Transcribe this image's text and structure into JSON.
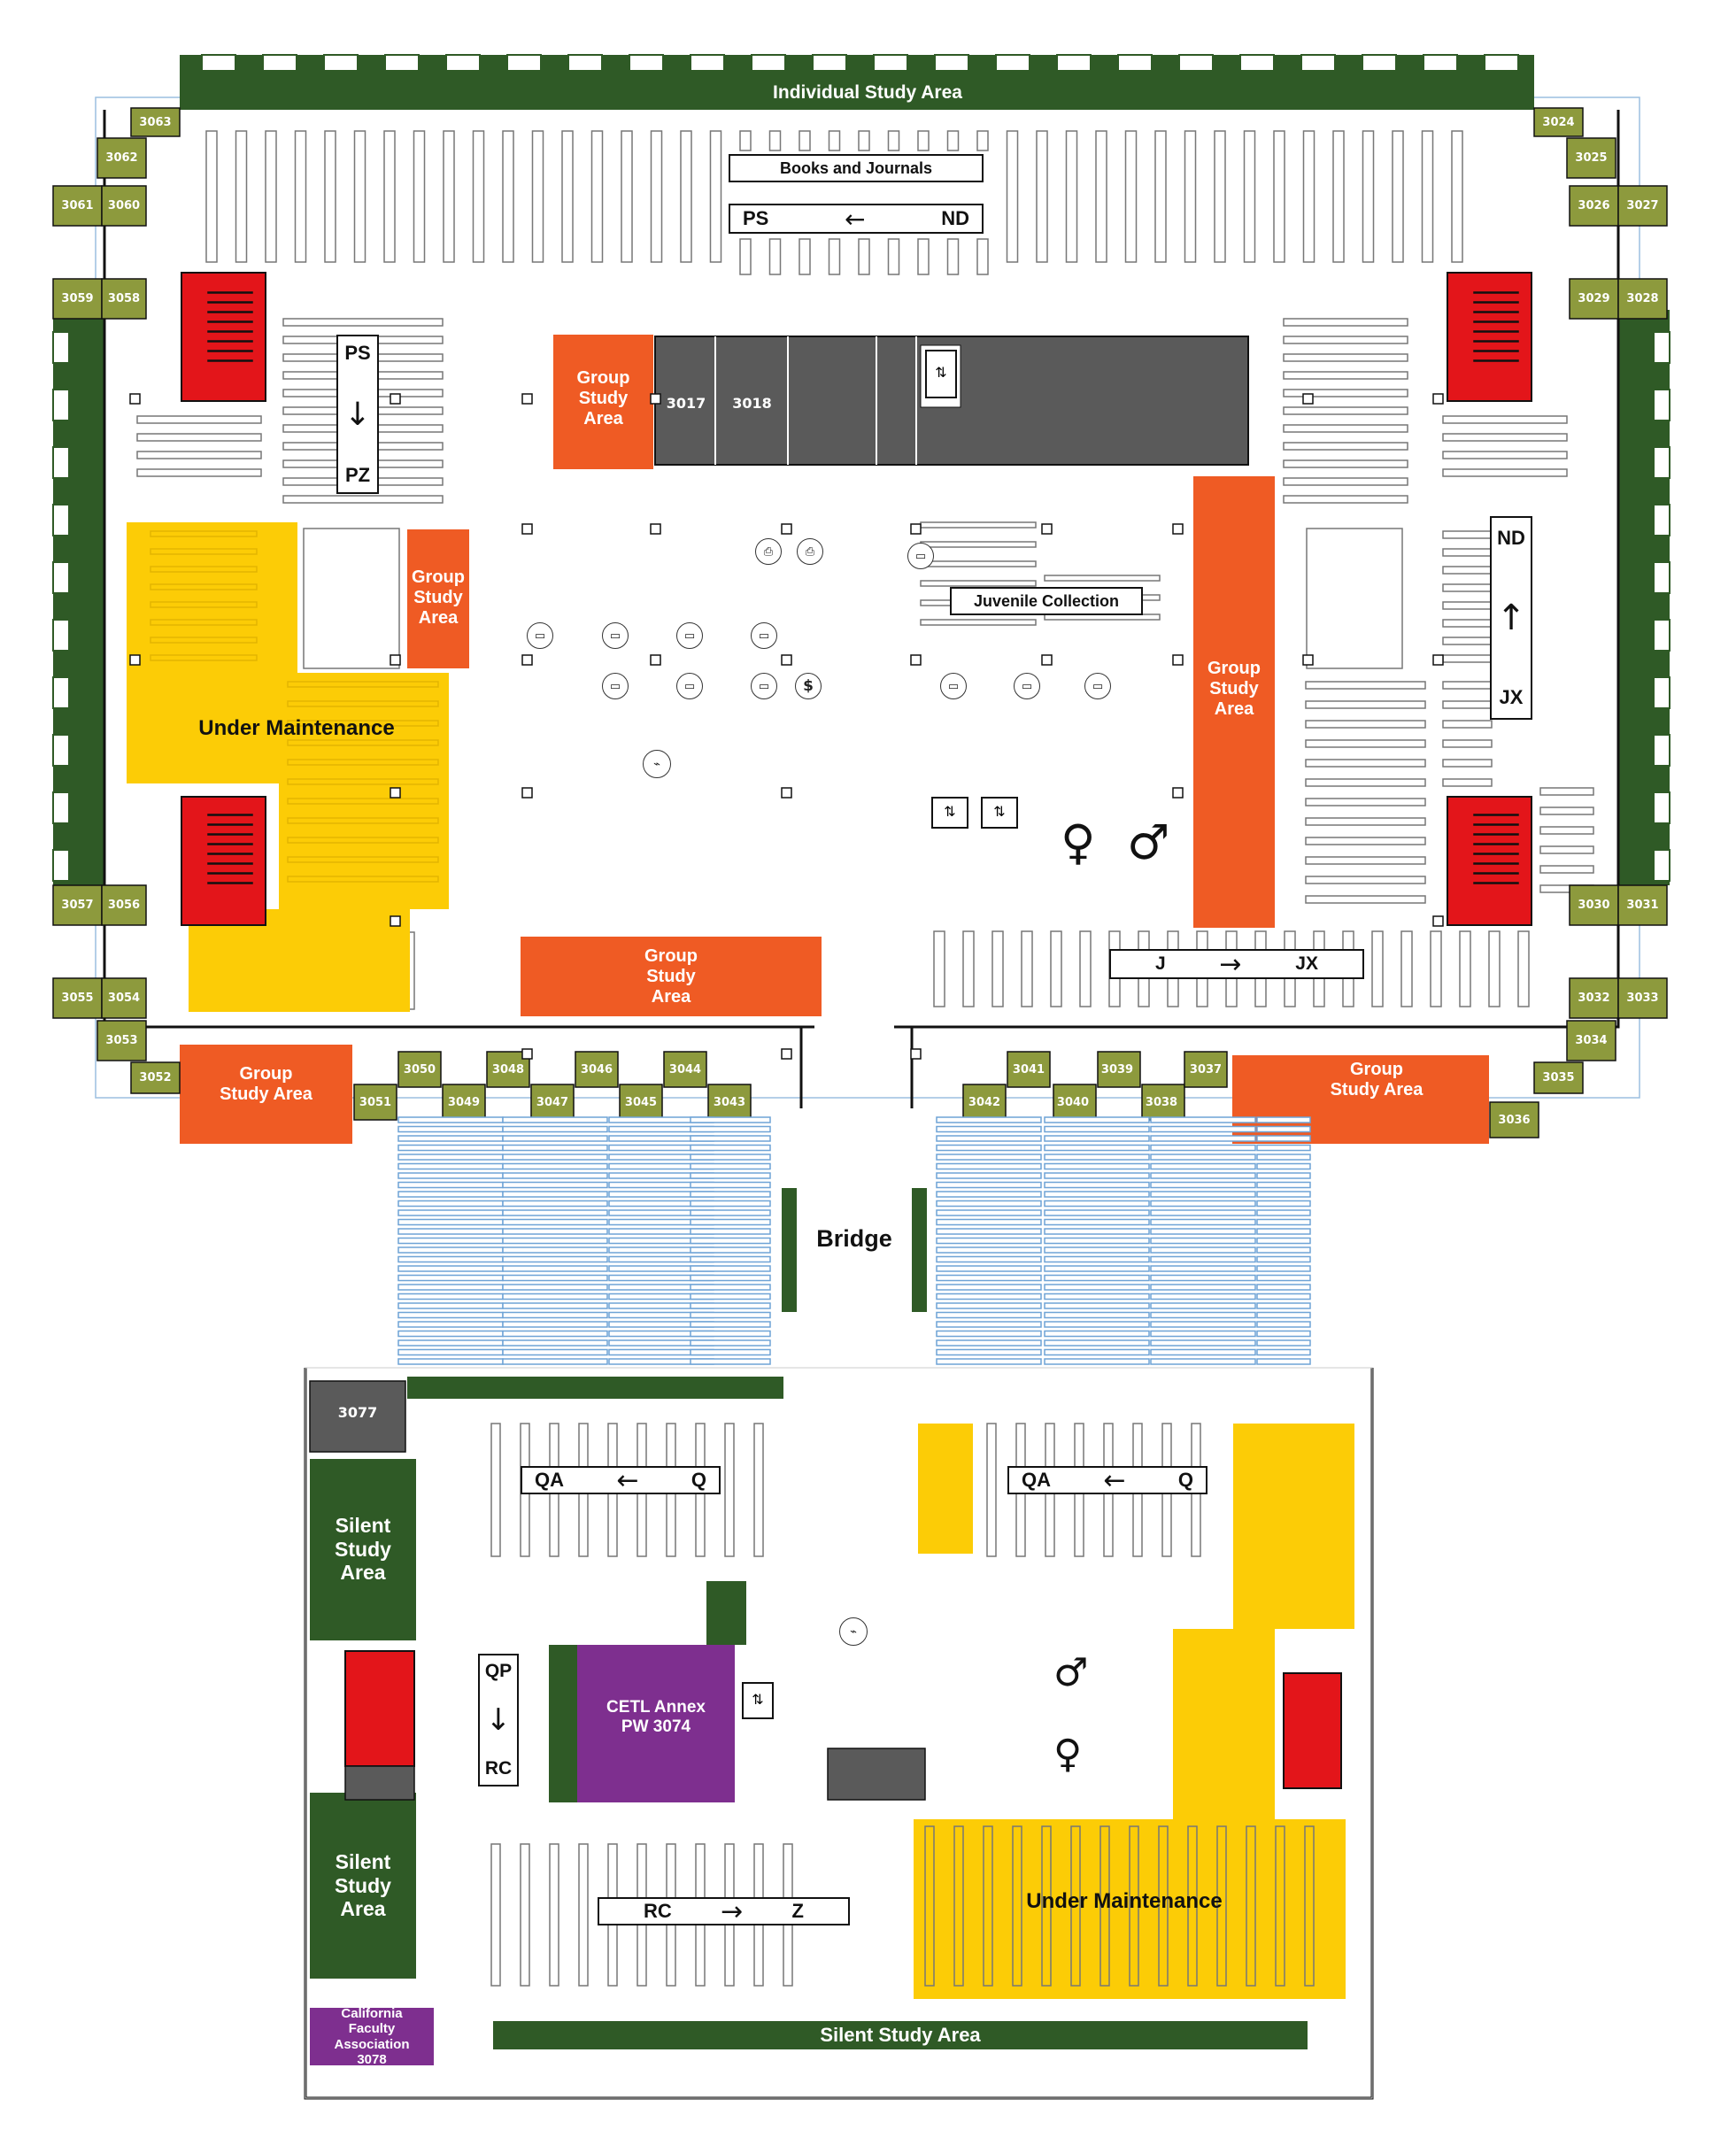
{
  "colors": {
    "dark_green": "#2f5a26",
    "olive": "#8d9a3d",
    "orange": "#ef5b24",
    "yellow": "#fccc06",
    "red": "#e3151a",
    "gray": "#5a5a5a",
    "purple": "#7e2f8f",
    "shelf_blue": "#6ea3d6"
  },
  "labels": {
    "individual_study_area": "Individual Study Area",
    "books_and_journals": "Books and Journals",
    "group_study_area_3line": "Group\nStudy\nArea",
    "group_study_area_2line": "Group\nStudy Area",
    "under_maintenance": "Under Maintenance",
    "juvenile_collection": "Juvenile Collection",
    "bridge": "Bridge",
    "silent_study_area_3line": "Silent\nStudy\nArea",
    "silent_study_area": "Silent Study Area",
    "cetl_annex": "CETL Annex\nPW 3074",
    "california_faculty_association": "California\nFaculty\nAssociation\n3078",
    "room_3017": "3017",
    "room_3018": "3018",
    "room_3077": "3077"
  },
  "call_number_signs": {
    "ps_nd": {
      "from": "PS",
      "to": "ND",
      "arrow": "←"
    },
    "ps_pz": {
      "from": "PS",
      "to": "PZ",
      "arrow": "↓"
    },
    "nd_jx": {
      "from": "ND",
      "to": "JX",
      "arrow": "↑"
    },
    "j_jx": {
      "from": "J",
      "to": "JX",
      "arrow": "→"
    },
    "qa_q_left": {
      "from": "QA",
      "to": "Q",
      "arrow": "←"
    },
    "qa_q_right": {
      "from": "QA",
      "to": "Q",
      "arrow": "←"
    },
    "qp_rc": {
      "from": "QP",
      "to": "RC",
      "arrow": "↓"
    },
    "rc_z": {
      "from": "RC",
      "to": "Z",
      "arrow": "→"
    }
  },
  "study_rooms_left": [
    "3063",
    "3062",
    "3061",
    "3060",
    "3059",
    "3058",
    "3057",
    "3056",
    "3055",
    "3054",
    "3053",
    "3052"
  ],
  "study_rooms_right": [
    "3024",
    "3025",
    "3026",
    "3027",
    "3029",
    "3028",
    "3030",
    "3031",
    "3032",
    "3033",
    "3034",
    "3035",
    "3036"
  ],
  "study_rooms_bottom_left": [
    "3051",
    "3050",
    "3049",
    "3048",
    "3047",
    "3046",
    "3045",
    "3044",
    "3043"
  ],
  "study_rooms_bottom_right": [
    "3042",
    "3041",
    "3040",
    "3039",
    "3038",
    "3037"
  ],
  "icons": {
    "printer": "printer-icon",
    "computer": "computer-icon",
    "cashier": "$",
    "stairs": "stairs-icon",
    "elevator": "elevator-icon",
    "restroom_women": "restroom-women-icon",
    "restroom_men": "restroom-men-icon"
  }
}
